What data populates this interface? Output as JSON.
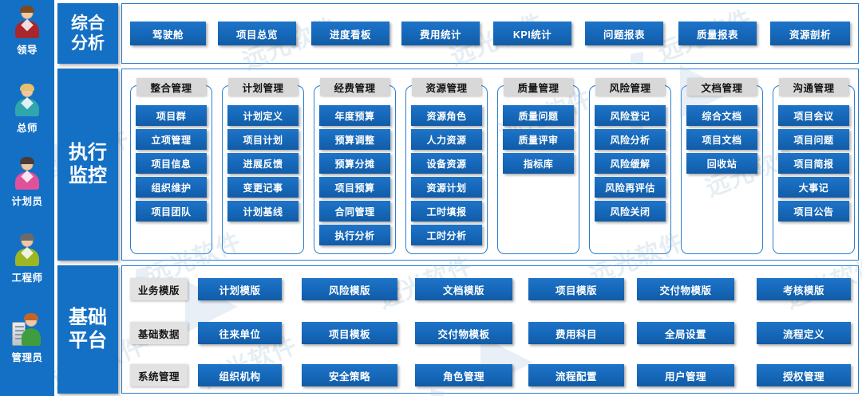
{
  "roles": [
    {
      "label": "领导",
      "icon": "avatar-leader-icon",
      "body": "#a8272d",
      "hair": "#7a4a22",
      "type": "person"
    },
    {
      "label": "总师",
      "icon": "avatar-chief-icon",
      "body": "#2fa6ae",
      "hair": "#e8c06a",
      "type": "person"
    },
    {
      "label": "计划员",
      "icon": "avatar-planner-icon",
      "body": "#e0519c",
      "hair": "#4a3b38",
      "type": "person"
    },
    {
      "label": "工程师",
      "icon": "avatar-engineer-icon",
      "body": "#9cb624",
      "hair": "#6a6a6a",
      "type": "person"
    },
    {
      "label": "管理员",
      "icon": "avatar-admin-icon",
      "body": "#3f9d3f",
      "hair": "#c2652a",
      "type": "person-server"
    }
  ],
  "sections": {
    "analysis": {
      "line1": "综合",
      "line2": "分析"
    },
    "execution": {
      "line1": "执行",
      "line2": "监控"
    },
    "platform": {
      "line1": "基础",
      "line2": "平台"
    }
  },
  "analysis_buttons": [
    "驾驶舱",
    "项目总览",
    "进度看板",
    "费用统计",
    "KPI统计",
    "问题报表",
    "质量报表",
    "资源剖析"
  ],
  "execution_groups": [
    {
      "title": "整合管理",
      "items": [
        "项目群",
        "立项管理",
        "项目信息",
        "组织维护",
        "项目团队"
      ]
    },
    {
      "title": "计划管理",
      "items": [
        "计划定义",
        "项目计划",
        "进展反馈",
        "变更记事",
        "计划基线"
      ]
    },
    {
      "title": "经费管理",
      "items": [
        "年度预算",
        "预算调整",
        "预算分摊",
        "项目预算",
        "合同管理",
        "执行分析"
      ]
    },
    {
      "title": "资源管理",
      "items": [
        "资源角色",
        "人力资源",
        "设备资源",
        "资源计划",
        "工时填报",
        "工时分析"
      ]
    },
    {
      "title": "质量管理",
      "items": [
        "质量问题",
        "质量评审",
        "指标库"
      ]
    },
    {
      "title": "风险管理",
      "items": [
        "风险登记",
        "风险分析",
        "风险缓解",
        "风险再评估",
        "风险关闭"
      ]
    },
    {
      "title": "文档管理",
      "items": [
        "综合文档",
        "项目文档",
        "回收站"
      ]
    },
    {
      "title": "沟通管理",
      "items": [
        "项目会议",
        "项目问题",
        "项目简报",
        "大事记",
        "项目公告"
      ]
    }
  ],
  "platform_rows": [
    {
      "tag": "业务模版",
      "items": [
        "计划模版",
        "风险模版",
        "文档模版",
        "项目模版",
        "交付物模版",
        "考核模版"
      ]
    },
    {
      "tag": "基础数据",
      "items": [
        "往来单位",
        "项目模板",
        "交付物模板",
        "费用科目",
        "全局设置",
        "流程定义"
      ]
    },
    {
      "tag": "系统管理",
      "items": [
        "组织机构",
        "安全策略",
        "角色管理",
        "流程配置",
        "用户管理",
        "授权管理"
      ]
    }
  ],
  "watermark": {
    "text": "远光软件",
    "repeats": 8
  },
  "colors": {
    "rail_blue": "#1470c4",
    "button_blue": "#1567b8",
    "tag_gray": "#e2e2e2",
    "group_title_gray": "#d8d8d8",
    "panel_border": "#2a7fd0"
  }
}
